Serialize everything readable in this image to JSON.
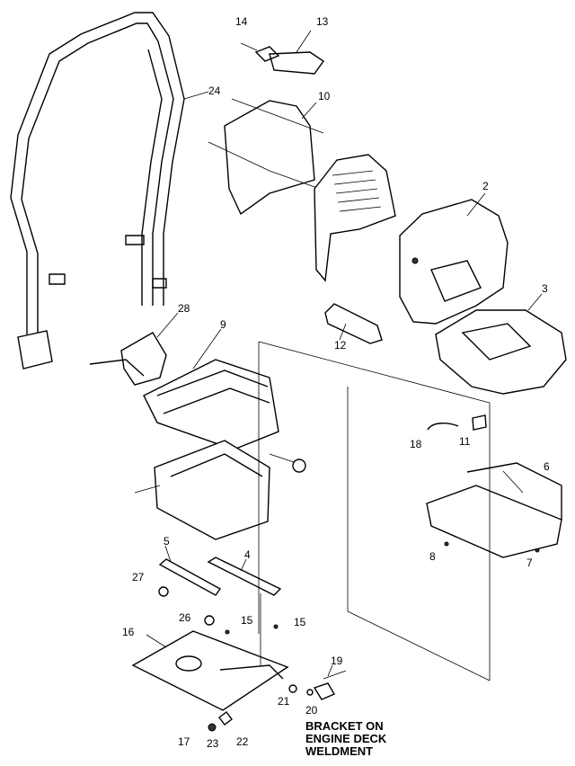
{
  "callouts": {
    "c14": "14",
    "c13": "13",
    "c24": "24",
    "c10": "10",
    "c2": "2",
    "c3": "3",
    "c28": "28",
    "c9": "9",
    "c12": "12",
    "c18": "18",
    "c11": "11",
    "c6": "6",
    "c5": "5",
    "c4": "4",
    "c27": "27",
    "c8": "8",
    "c7": "7",
    "c26": "26",
    "c15a": "15",
    "c15b": "15",
    "c16": "16",
    "c19": "19",
    "c21": "21",
    "c20": "20",
    "c17": "17",
    "c23": "23",
    "c22": "22"
  },
  "note": {
    "line1": "BRACKET ON",
    "line2": "ENGINE DECK",
    "line3": "WELDMENT"
  }
}
